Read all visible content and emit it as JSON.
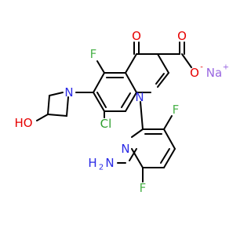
{
  "colors": {
    "bond": "#000000",
    "N": "#2a2ae6",
    "O": "#e60000",
    "F": "#4cb34c",
    "Cl": "#2e9e2e",
    "Na": "#9966e0"
  },
  "atoms": {
    "o_ketone": "O",
    "o_carbonyl": "O",
    "o_anion": "O",
    "o_anion_charge": "-",
    "na": "Na",
    "na_charge": "+",
    "f_ring": "F",
    "n_azetidine": "N",
    "ho": "HO",
    "cl": "Cl",
    "n_quinoline": "N",
    "n_pyridine": "N",
    "h2n_h": "H",
    "h2n_2": "2",
    "h2n_n": "N",
    "f_pyr_top": "F",
    "f_pyr_bottom": "F"
  }
}
